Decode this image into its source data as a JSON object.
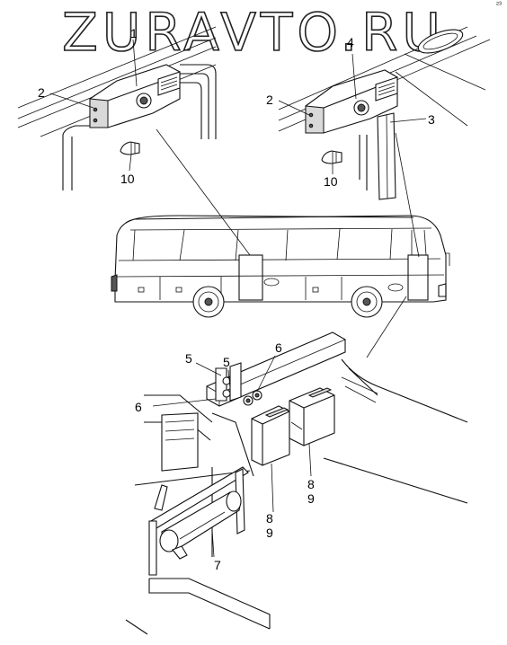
{
  "watermark": "ZURAVTO.RU",
  "corner_mark": "²³",
  "callouts": {
    "c1": "1",
    "c2_left": "2",
    "c10_left": "10",
    "c4": "4",
    "c2_right": "2",
    "c3": "3",
    "c10_right": "10",
    "c5_a": "5",
    "c5_b": "5",
    "c6_a": "6",
    "c6_b": "6",
    "c8_a": "8",
    "c9_a": "9",
    "c8_b": "8",
    "c9_b": "9",
    "c7": "7"
  }
}
